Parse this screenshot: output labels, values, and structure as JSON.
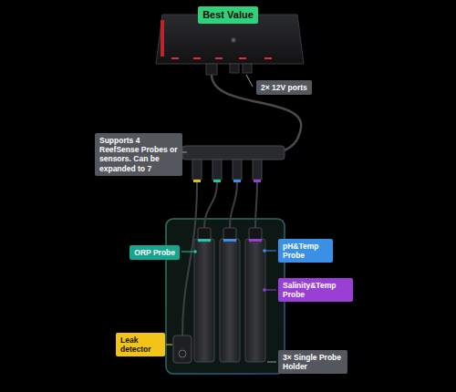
{
  "diagram": {
    "nodes": [
      {
        "text": [
          "Best Value"
        ]
      },
      {
        "text": [
          "2× 12V ports"
        ]
      },
      {
        "text": [
          "Supports 4 ReefSense Probes or sensors. Can be expanded to 7"
        ]
      },
      {
        "text": [
          "ORP Probe"
        ]
      },
      {
        "text": [
          "pH&Temp Probe"
        ]
      },
      {
        "text": [
          "Salinity&Temp Probe"
        ]
      },
      {
        "text": [
          "Leak detector"
        ]
      },
      {
        "text": [
          "3× Single Probe Holder"
        ]
      }
    ]
  }
}
